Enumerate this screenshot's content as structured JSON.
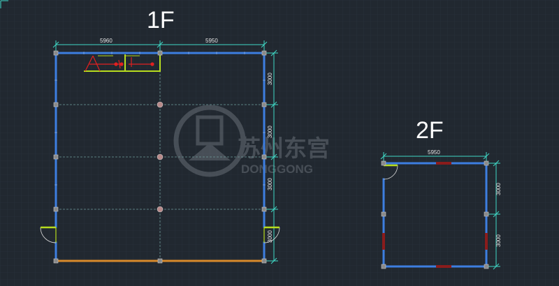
{
  "floors": [
    {
      "title": "1F",
      "top_dims": [
        "5960",
        "5950"
      ],
      "side_dims": [
        "3000",
        "3000",
        "3000",
        "3000"
      ]
    },
    {
      "title": "2F",
      "top_dims": [
        "5950"
      ],
      "side_dims": [
        "3000",
        "3000"
      ]
    }
  ],
  "watermark": {
    "text": "苏州东宫",
    "subtext": "DONGGONG"
  },
  "colors": {
    "background": "#212830",
    "grid": "#2c3440",
    "wall": "#3d7ee0",
    "dimension": "#3fd9c6",
    "node": "#8a8a8a",
    "door_arc": "#d9d9d9",
    "door": "#b7dc1e",
    "orange_beam": "#d98a2b",
    "red_mark": "#e22020",
    "window": "#8a1c1c"
  }
}
